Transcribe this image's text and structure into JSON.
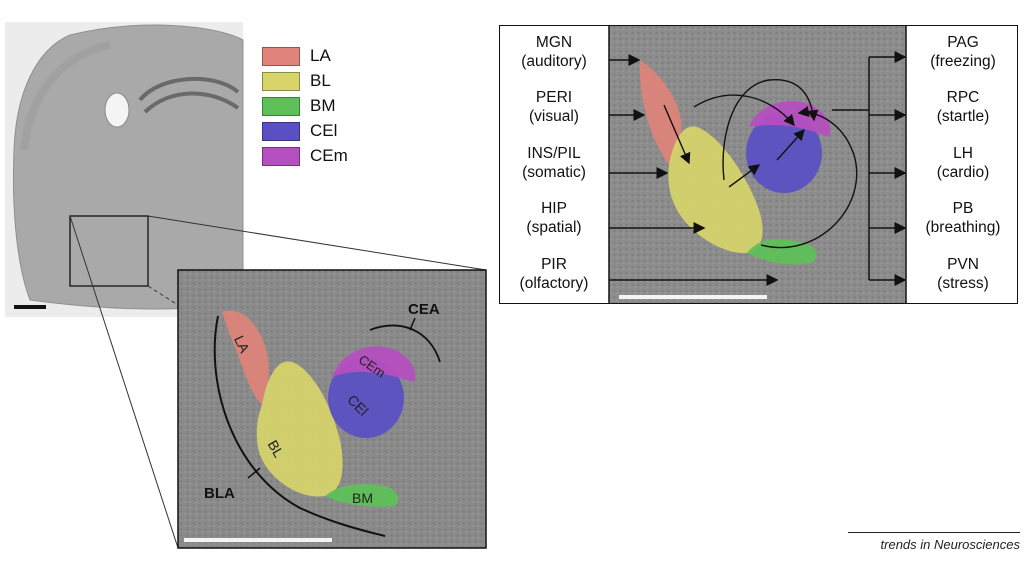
{
  "legend": [
    {
      "label": "LA",
      "color": "#e0837a"
    },
    {
      "label": "BL",
      "color": "#d6d46a"
    },
    {
      "label": "BM",
      "color": "#5fc05a"
    },
    {
      "label": "CEl",
      "color": "#5a4fc4"
    },
    {
      "label": "CEm",
      "color": "#b54fc0"
    }
  ],
  "zoom_panel": {
    "region_labels": {
      "la": "LA",
      "bl": "BL",
      "bm": "BM",
      "cel": "CEl",
      "cem": "CEm"
    },
    "group_labels": {
      "cea": "CEA",
      "bla": "BLA"
    }
  },
  "circuit_panel": {
    "inputs": [
      {
        "name": "MGN",
        "modality": "(auditory)"
      },
      {
        "name": "PERI",
        "modality": "(visual)"
      },
      {
        "name": "INS/PIL",
        "modality": "(somatic)"
      },
      {
        "name": "HIP",
        "modality": "(spatial)"
      },
      {
        "name": "PIR",
        "modality": "(olfactory)"
      }
    ],
    "outputs": [
      {
        "name": "PAG",
        "function": "(freezing)"
      },
      {
        "name": "RPC",
        "function": "(startle)"
      },
      {
        "name": "LH",
        "function": "(cardio)"
      },
      {
        "name": "PB",
        "function": "(breathing)"
      },
      {
        "name": "PVN",
        "function": "(stress)"
      }
    ]
  },
  "footer": {
    "credit": "trends in Neurosciences"
  }
}
